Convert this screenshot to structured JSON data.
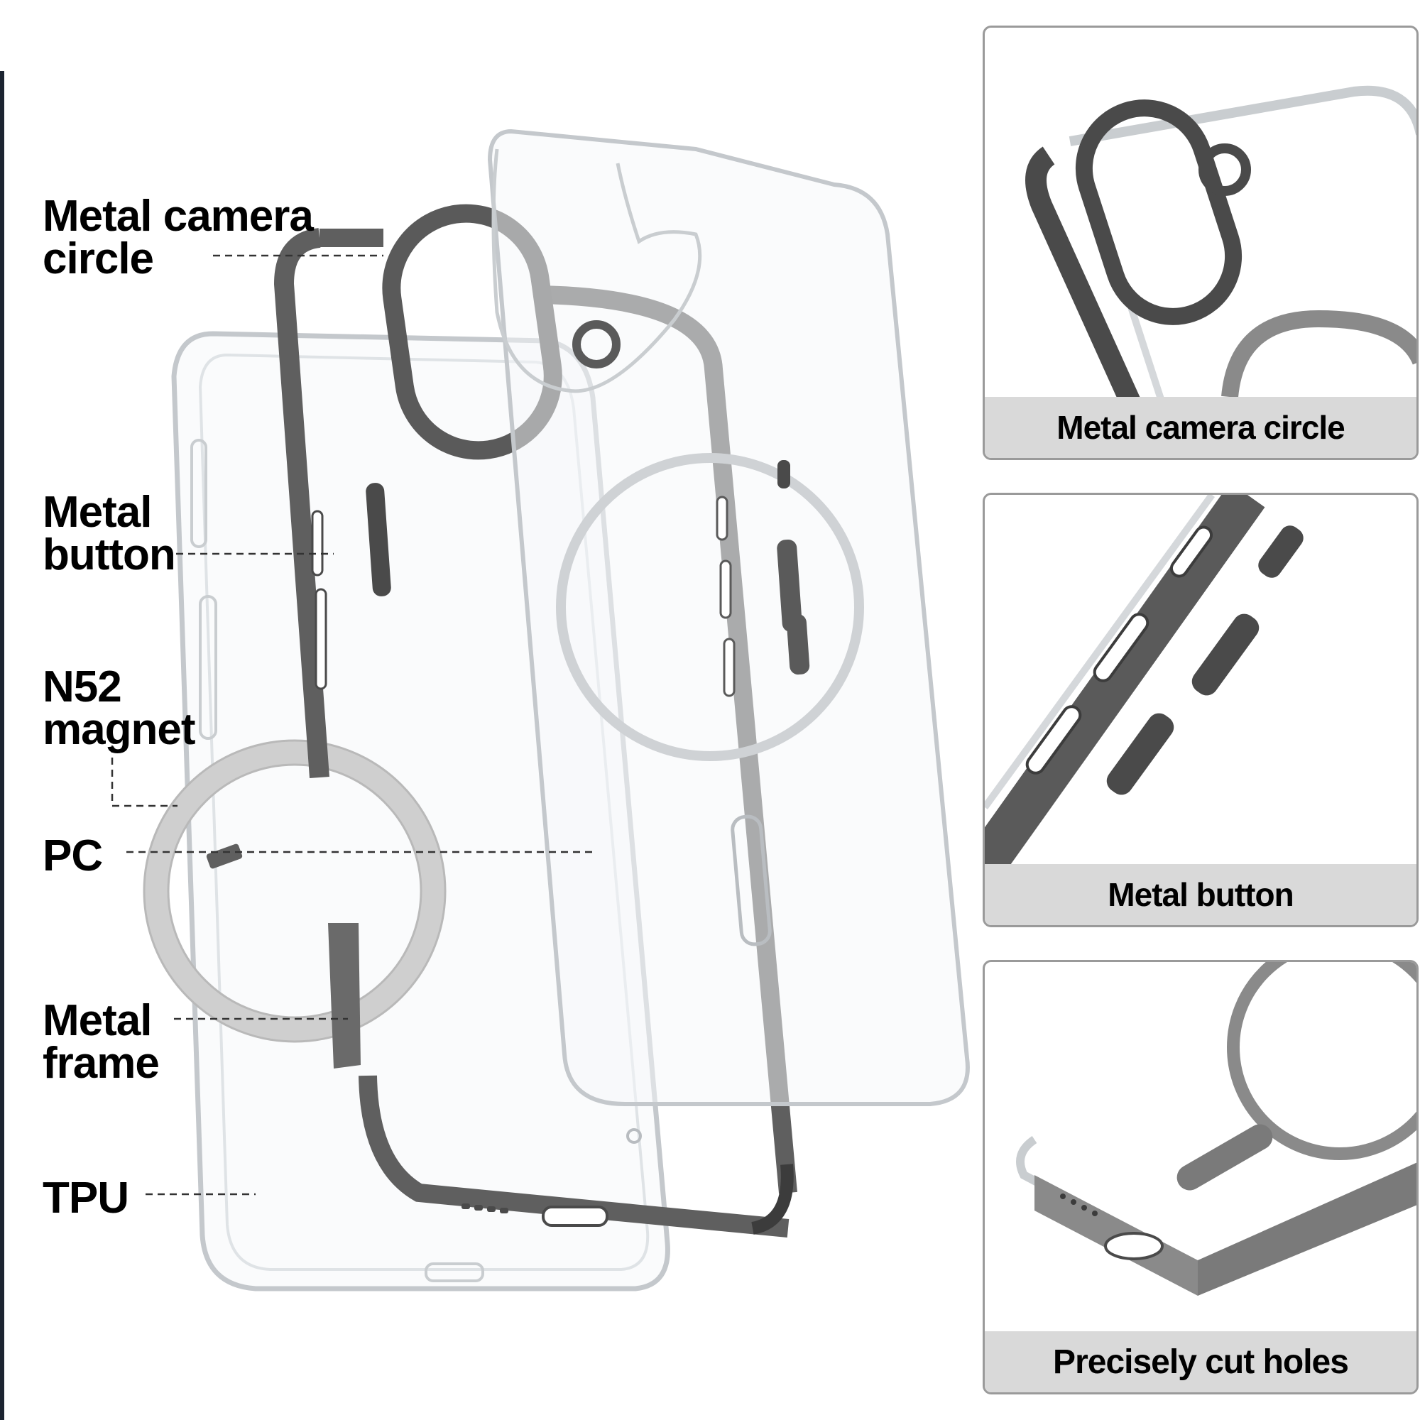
{
  "colors": {
    "metal": "#5f5f5f",
    "metal_dark": "#3c3c3c",
    "clear_stroke": "#c4c8cc",
    "caption_bg": "#d9d9d9",
    "panel_border": "#9a9a9a",
    "text": "#000000"
  },
  "callouts": [
    {
      "name": "metal-camera-circle",
      "text": "Metal camera\ncircle"
    },
    {
      "name": "metal-button",
      "text": "Metal\nbutton"
    },
    {
      "name": "n52-magnet",
      "text": "N52\nmagnet"
    },
    {
      "name": "pc",
      "text": "PC"
    },
    {
      "name": "metal-frame",
      "text": "Metal\nframe"
    },
    {
      "name": "tpu",
      "text": "TPU"
    }
  ],
  "panels": [
    {
      "name": "camera-circle-detail",
      "caption": "Metal camera circle"
    },
    {
      "name": "metal-button-detail",
      "caption": "Metal button"
    },
    {
      "name": "cut-holes-detail",
      "caption": "Precisely cut holes"
    }
  ]
}
